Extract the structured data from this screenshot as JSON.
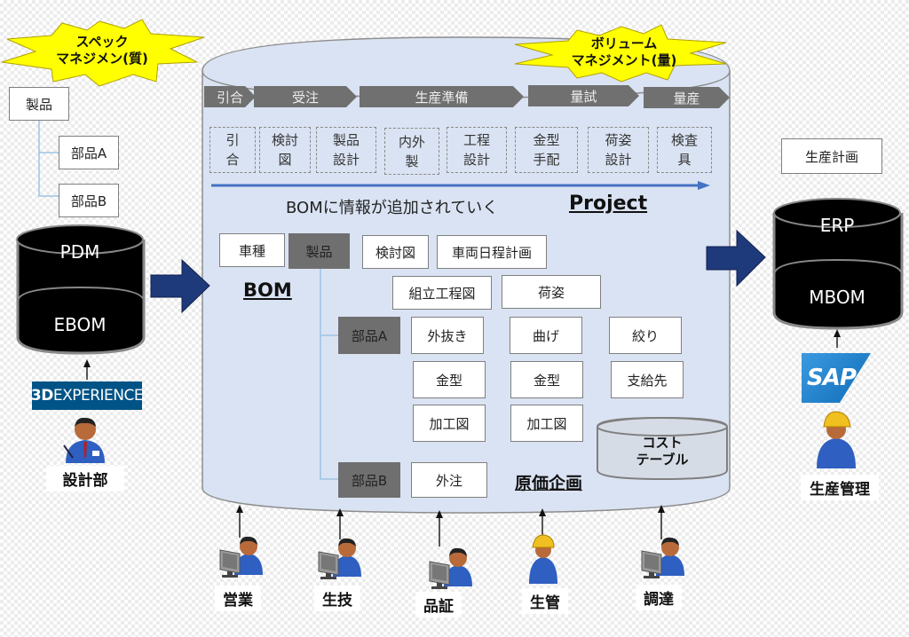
{
  "badges": {
    "spec": [
      "スペック",
      "マネジメン(質)"
    ],
    "volume": [
      "ボリューム",
      "マネジメント(量)"
    ]
  },
  "left_tree": {
    "root": "製品",
    "children": [
      "部品A",
      "部品B"
    ]
  },
  "pdm_db": {
    "top": "PDM",
    "bottom": "EBOM"
  },
  "design_tool": {
    "logo_bold": "3D",
    "logo_rest": "EXPERIENCE",
    "dept": "設計部"
  },
  "phases": [
    "引合",
    "受注",
    "生産準備",
    "量試",
    "量産"
  ],
  "tasks": [
    "引\n合",
    "検討\n図",
    "製品\n設計",
    "内外\n製",
    "工程\n設計",
    "金型\n手配",
    "荷姿\n設計",
    "検査\n具"
  ],
  "flow_caption": "BOMに情報が追加されていく",
  "project_label": "Project",
  "bom": {
    "title": "BOM",
    "vehicle": "車種",
    "product": "製品",
    "product_docs": [
      "検討図",
      "車両日程計画",
      "組立工程図",
      "荷姿"
    ],
    "partA": {
      "label": "部品A",
      "processes": [
        "外抜き",
        "曲げ",
        "絞り"
      ],
      "dies": [
        "金型",
        "金型",
        "支給先"
      ],
      "drawings": [
        "加工図",
        "加工図"
      ]
    },
    "partB": {
      "label": "部品B",
      "items": [
        "外注"
      ]
    },
    "cost_planning": "原価企画",
    "cost_table": [
      "コスト",
      "テーブル"
    ]
  },
  "departments": [
    "営業",
    "生技",
    "品証",
    "生管",
    "調達"
  ],
  "erp": {
    "plan_label": "生産計画",
    "top": "ERP",
    "bottom": "MBOM",
    "vendor": "SAP",
    "dept": "生産管理"
  },
  "colors": {
    "cylinder_fill": "#dae3f3",
    "phase_gray": "#707070",
    "flow_arrow": "#4472c4",
    "big_arrow": "#1f3a7a",
    "badge_yellow": "#ffff00",
    "sap_blue": "#1a7ec8",
    "dassault_blue": "#005386"
  }
}
